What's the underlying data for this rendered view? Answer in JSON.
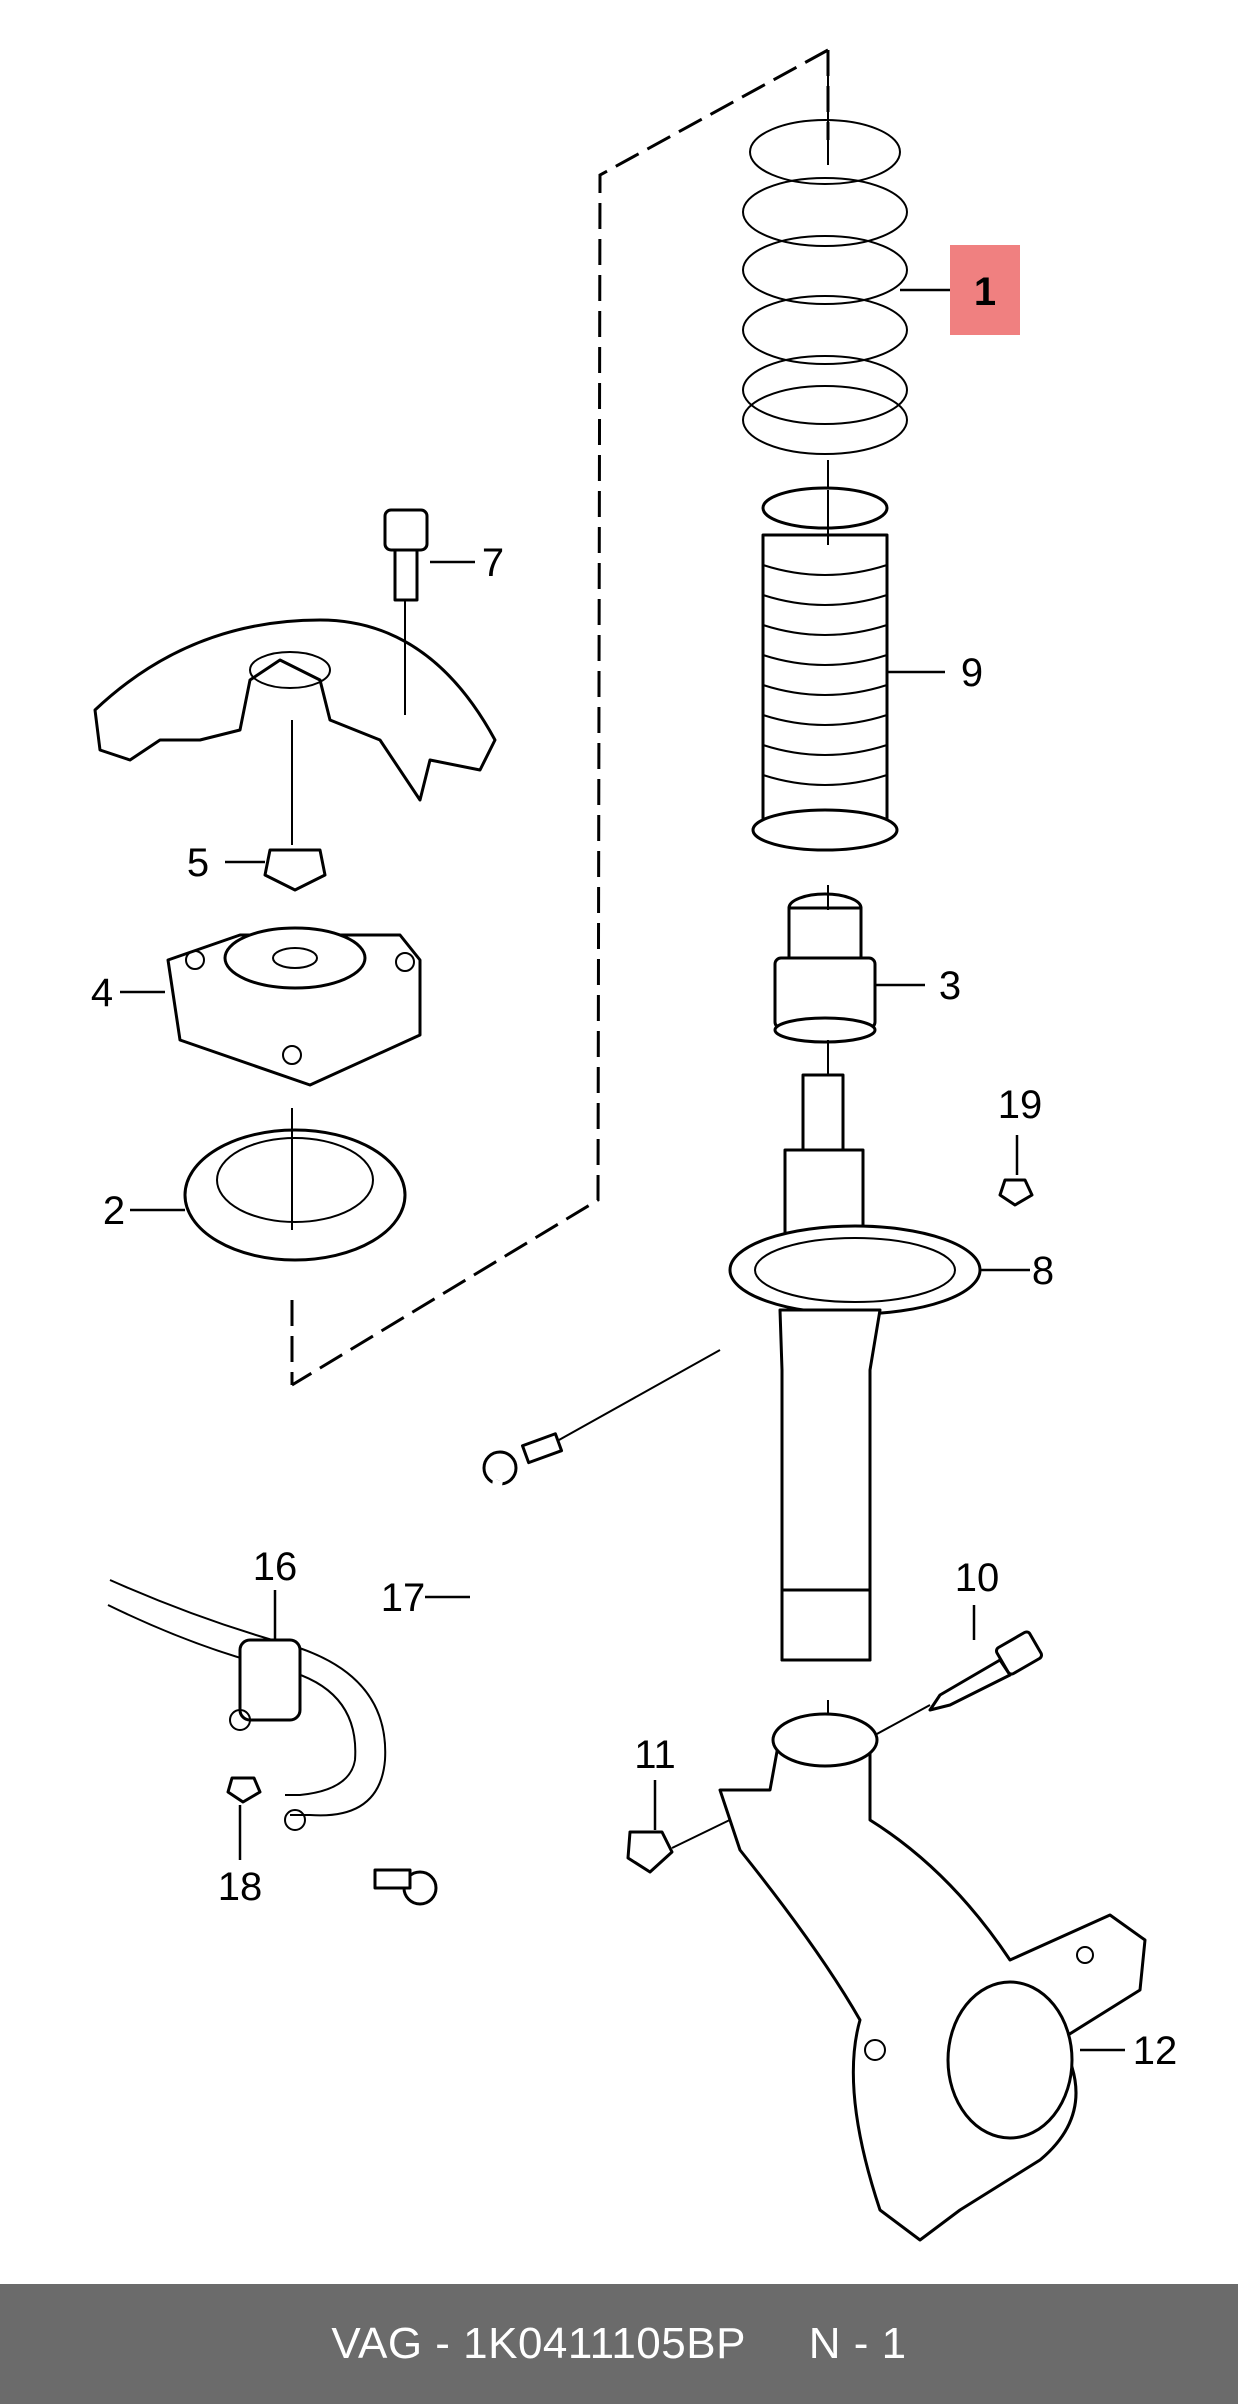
{
  "colors": {
    "highlight_box": "#f08080",
    "footer_bg": "#6b6b6b",
    "footer_text": "#ffffff"
  },
  "highlighted_part": "1",
  "labels": {
    "p1": "1",
    "p2": "2",
    "p3": "3",
    "p4": "4",
    "p5": "5",
    "p7": "7",
    "p8": "8",
    "p9": "9",
    "p10": "10",
    "p11": "11",
    "p12": "12",
    "p16": "16",
    "p17": "17",
    "p18": "18",
    "p19": "19"
  },
  "footer": {
    "text": "VAG - 1K0411105BP     N - 1"
  }
}
